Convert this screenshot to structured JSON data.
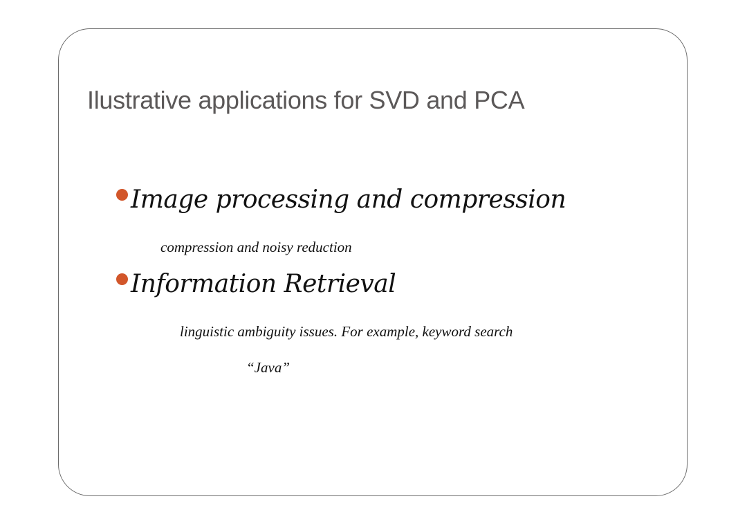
{
  "slide": {
    "title": "Ilustrative applications for SVD and PCA",
    "bullets": [
      {
        "label": "Image processing and compression",
        "details": [
          "compression and noisy reduction"
        ]
      },
      {
        "label": "Information Retrieval",
        "details": [
          "linguistic ambiguity issues. For example, keyword search",
          "“Java”"
        ]
      }
    ]
  },
  "colors": {
    "title": "#5b5858",
    "bullet_dot": "#d2562a",
    "body_text": "#111111",
    "frame_border": "#6b6b6b"
  },
  "icons": {
    "bullet": "filled-circle"
  }
}
